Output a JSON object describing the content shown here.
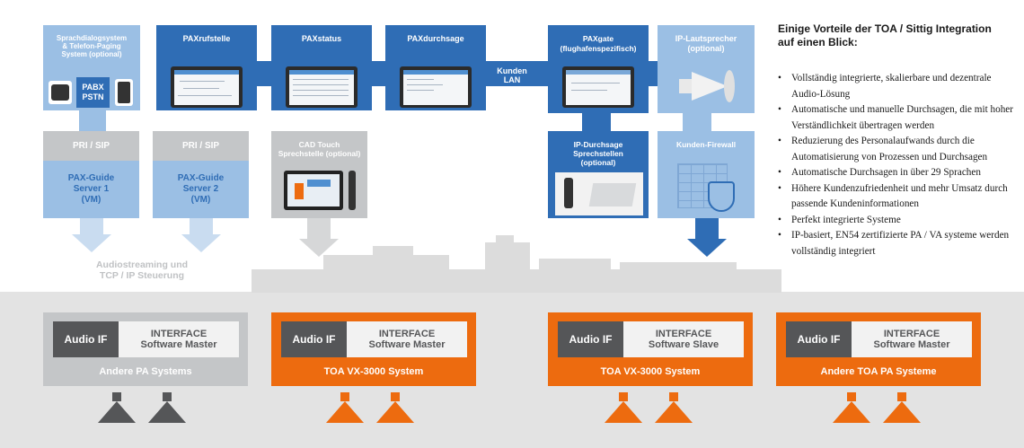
{
  "top_boxes": {
    "sprachdialog": "Sprachdialogsystem\n& Telefon-Paging\nSystem (optional)",
    "pabx": "PABX\nPSTN",
    "paxrufstelle": "PAXrufstelle",
    "paxstatus": "PAXstatus",
    "paxdurchsage": "PAXdurchsage",
    "kunden_lan": "Kunden\nLAN",
    "paxgate": "PAXgate\n(flughafenspezifisch)",
    "ip_lautsprecher": "IP-Lautsprecher\n(optional)"
  },
  "middle_boxes": {
    "pri_sip_1": "PRI / SIP",
    "pri_sip_2": "PRI / SIP",
    "server1": "PAX-Guide\nServer 1\n(VM)",
    "server2": "PAX-Guide\nServer 2\n(VM)",
    "cad_touch": "CAD Touch\nSprechstelle (optional)",
    "ip_durchsage": "IP-Durchsage\nSprechstellen\n(optional)",
    "firewall": "Kunden-Firewall"
  },
  "audiostreaming": "Audiostreaming und\nTCP / IP Steuerung",
  "systems": [
    {
      "audio": "Audio IF",
      "interface": "INTERFACE\nSoftware Master",
      "name": "Andere PA Systems",
      "color": "#c4c6c8"
    },
    {
      "audio": "Audio IF",
      "interface": "INTERFACE\nSoftware Master",
      "name": "TOA VX-3000 System",
      "color": "#ed6b0f"
    },
    {
      "audio": "Audio IF",
      "interface": "INTERFACE\nSoftware Slave",
      "name": "TOA VX-3000 System",
      "color": "#ed6b0f"
    },
    {
      "audio": "Audio IF",
      "interface": "INTERFACE\nSoftware Master",
      "name": "Andere TOA PA Systeme",
      "color": "#ed6b0f"
    }
  ],
  "advantages": {
    "title": "Einige Vorteile der TOA / Sittig Integration\nauf einen Blick:",
    "items": [
      "Vollständig integrierte, skalierbare und dezentrale Audio-Lösung",
      "Automatische und manuelle Durchsagen, die mit hoher Verständlichkeit übertragen werden",
      "Reduzierung des Personalaufwands durch die Automatisierung von Prozessen und Durchsagen",
      "Automatische Durchsagen in über 29 Sprachen",
      "Höhere Kundenzufriedenheit und mehr Umsatz durch passende Kundeninformationen",
      "Perfekt integrierte Systeme",
      "IP-basiert, EN54 zertifizierte PA / VA systeme werden vollständig integriert"
    ]
  },
  "colors": {
    "blue": "#2f6db5",
    "light_blue": "#9bbfe4",
    "gray": "#c4c6c8",
    "orange": "#ed6b0f",
    "dark_gray": "#555658"
  }
}
